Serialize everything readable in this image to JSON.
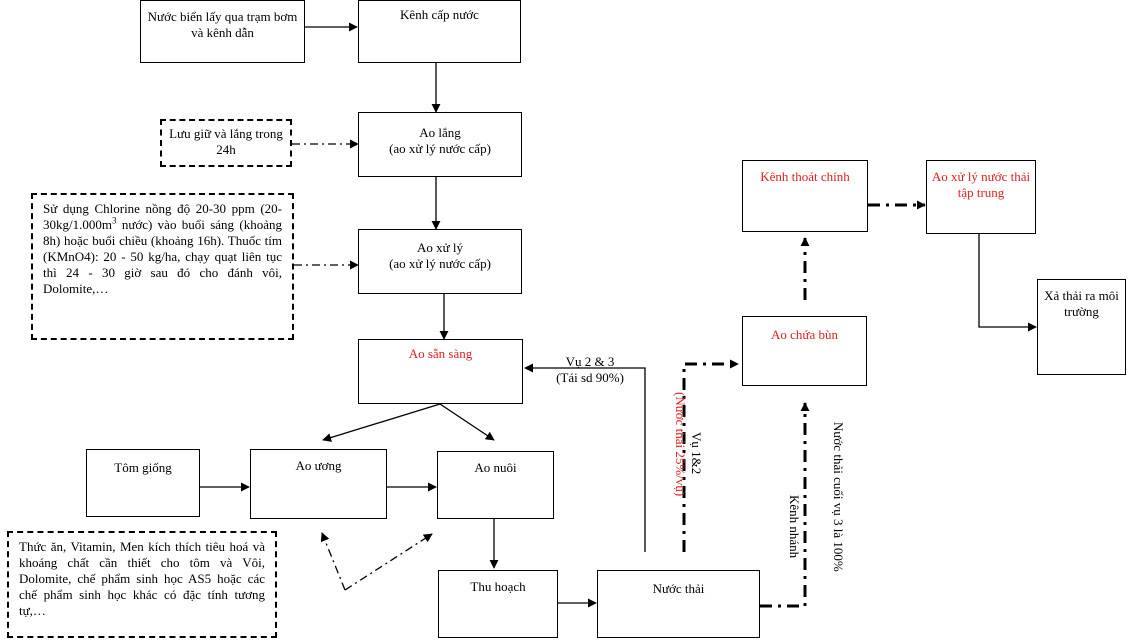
{
  "nodes": {
    "seawater": "Nước biển lấy qua trạm bơm và kênh dẫn",
    "supply_canal": "Kênh cấp nước",
    "settling_pond": "Ao lắng",
    "settling_pond_sub": "(ao xử lý nước cấp)",
    "storage_note": "Lưu giữ và lắng trong 24h",
    "treatment_pond": "Ao xử lý",
    "treatment_pond_sub": "(ao xử lý nước cấp)",
    "chlorine_note_1": "Sử dụng Chlorine nồng độ 20-30 ppm (20-30kg/1.000m",
    "chlorine_note_sup": "3",
    "chlorine_note_2": " nước) vào buổi sáng (khoảng 8h) hoặc buổi chiều (khoảng 16h). Thuốc tím (KMnO4): 20 - 50 kg/ha, chạy quạt liên tục thì 24 - 30 giờ sau đó cho đánh vôi, Dolomite,…",
    "ready_pond": "Ao sẵn sàng",
    "seed_shrimp": "Tôm giống",
    "nursery_pond": "Ao ương",
    "grow_pond": "Ao nuôi",
    "feed_note": "Thức ăn, Vitamin, Men kích thích tiêu hoá và khoáng chất cần thiết cho tôm và Vôi, Dolomite, chế phẩm sinh học AS5 hoặc các chế phẩm sinh học khác có đặc tính tương tự,…",
    "harvest": "Thu hoạch",
    "wastewater": "Nước thải",
    "sludge_pond": "Ao chứa bùn",
    "main_drain": "Kênh thoát chính",
    "central_treatment": "Ao xử lý nước thải tập trung",
    "discharge": "Xả thải ra môi trường"
  },
  "labels": {
    "reuse_crop": "Vụ 2 & 3",
    "reuse_pct": "(Tái sd 90%)",
    "crop12": "Vụ 1&2",
    "crop12_pct": "(Nước thải 25%/vụ)",
    "end_crop": "Nước thải cuối vụ 3 là 100%",
    "branch_canal": "Kênh nhánh"
  },
  "colors": {
    "highlight": "#e02020"
  }
}
